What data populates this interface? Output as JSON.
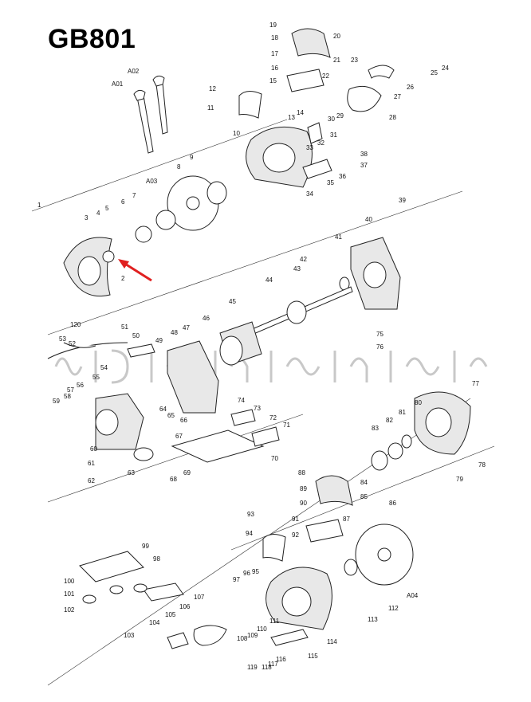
{
  "title": "GB801",
  "arrow_color": "#e02020",
  "callouts": [
    "1",
    "2",
    "3",
    "4",
    "5",
    "6",
    "7",
    "8",
    "9",
    "10",
    "11",
    "12",
    "13",
    "14",
    "15",
    "16",
    "17",
    "18",
    "19",
    "20",
    "21",
    "22",
    "23",
    "24",
    "25",
    "26",
    "27",
    "28",
    "29",
    "30",
    "31",
    "32",
    "33",
    "34",
    "35",
    "36",
    "37",
    "38",
    "39",
    "40",
    "41",
    "42",
    "43",
    "44",
    "45",
    "46",
    "47",
    "48",
    "49",
    "50",
    "51",
    "52",
    "53",
    "54",
    "55",
    "56",
    "57",
    "58",
    "59",
    "60",
    "61",
    "62",
    "63",
    "64",
    "65",
    "66",
    "67",
    "68",
    "69",
    "70",
    "71",
    "72",
    "73",
    "74",
    "75",
    "76",
    "77",
    "78",
    "79",
    "80",
    "81",
    "82",
    "83",
    "84",
    "85",
    "86",
    "87",
    "88",
    "89",
    "90",
    "91",
    "92",
    "93",
    "94",
    "95",
    "96",
    "97",
    "98",
    "99",
    "100",
    "101",
    "102",
    "103",
    "104",
    "105",
    "106",
    "107",
    "108",
    "109",
    "110",
    "111",
    "112",
    "113",
    "114",
    "115",
    "116",
    "117",
    "118",
    "119",
    "120",
    "A01",
    "A02",
    "A03",
    "A04"
  ]
}
